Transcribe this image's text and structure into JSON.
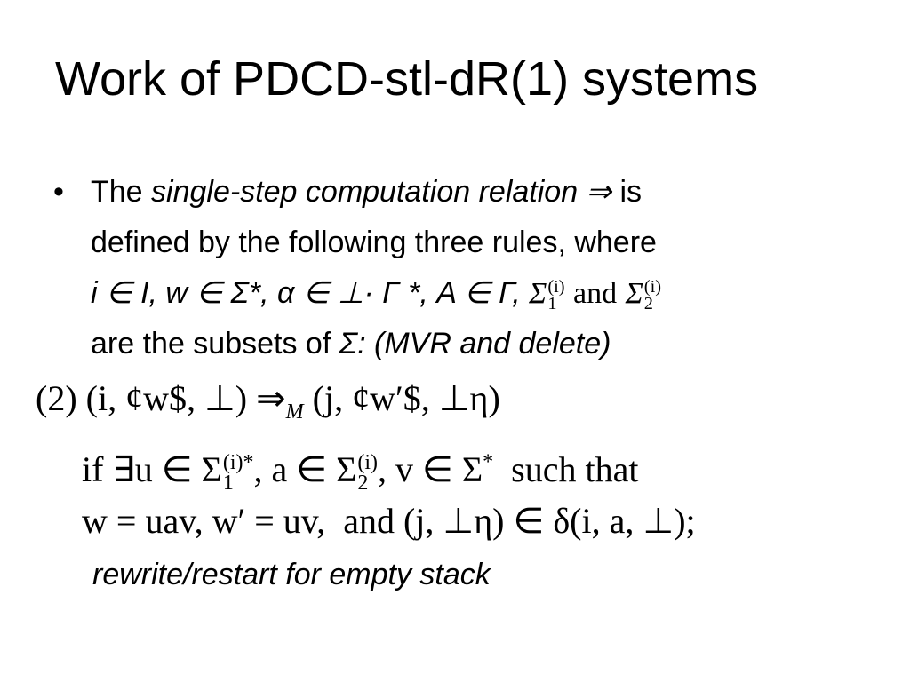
{
  "title": "Work of PDCD-stl-dR(1) systems",
  "bullet": {
    "line1_prefix": "The ",
    "line1_term": "single-step computation relation ⇒",
    "line1_suffix": " is",
    "line2": "defined by the following three rules, where",
    "line3": "i ∈ I, w ∈ Σ*, α ∈ ⊥· Γ *, A ∈ Γ,",
    "line3_sigma": "Σ",
    "line3_sup": "(i)",
    "line3_sub1": "1",
    "line3_and": "and",
    "line3_sub2": "2",
    "line4_prefix": "are the subsets of ",
    "line4_suffix": "Σ: (MVR and delete)"
  },
  "formula": {
    "rule_label": "(2)",
    "rule_lhs": "(i, ¢w$, ⊥)",
    "arrow": "⇒",
    "arrow_sub": "M",
    "rule_rhs": "(j, ¢w′$, ⊥η)",
    "cond1": {
      "if": "if",
      "part1": "∃u ∈ Σ",
      "sup1": "(i)*",
      "sub1": "1",
      "part2": ", a ∈ Σ",
      "sup2": "(i)",
      "sub2": "2",
      "part3": ", v ∈ Σ",
      "star": "*",
      "such_that": "such that"
    },
    "cond2": {
      "eq1": "w = uav, w′ = uv,",
      "and": "and",
      "rel": "(j, ⊥η) ∈ δ(i, a, ⊥);"
    }
  },
  "note": "rewrite/restart for empty stack"
}
